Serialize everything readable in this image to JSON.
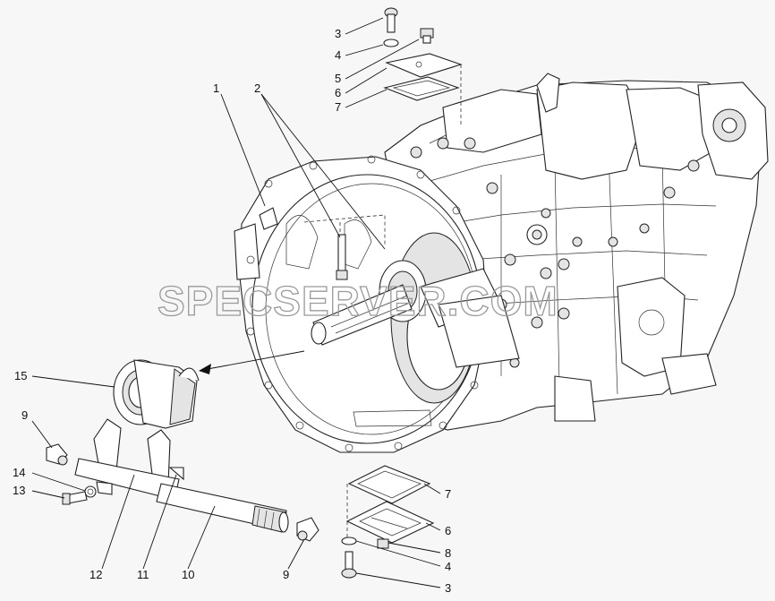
{
  "watermark": "SPECSERVER.COM",
  "callouts": {
    "l1": "1",
    "l2": "2",
    "l3_top": "3",
    "l4_top": "4",
    "l5": "5",
    "l6_top": "6",
    "l7_top": "7",
    "l15": "15",
    "l9_left": "9",
    "l14": "14",
    "l13": "13",
    "l12": "12",
    "l11": "11",
    "l10": "10",
    "l9_bottom": "9",
    "l7_bottom": "7",
    "l6_bottom": "6",
    "l8": "8",
    "l4_bottom": "4",
    "l3_bottom": "3"
  }
}
